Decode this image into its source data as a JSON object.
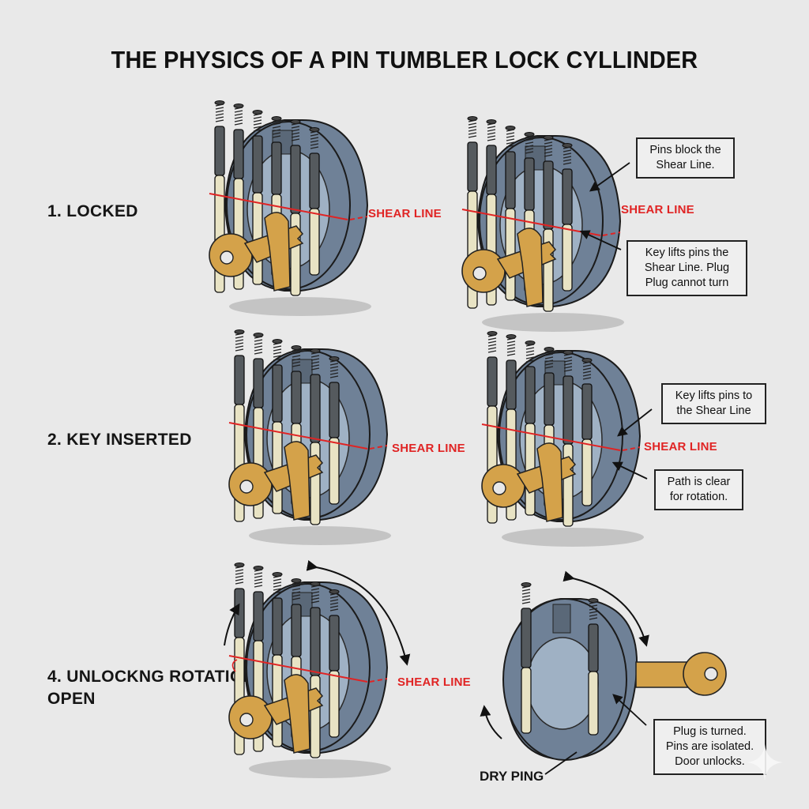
{
  "title": "THE PHYSICS OF A PIN TUMBLER LOCK CYLLINDER",
  "stages": [
    {
      "label": "1. LOCKED"
    },
    {
      "label": "2. KEY INSERTED"
    },
    {
      "label": "4. UNLOCKNG ROTATION & OPEN"
    }
  ],
  "shear_line_label": "SHEAR LINE",
  "callouts": {
    "row1_top": "Pins block the Shear Line.",
    "row1_bottom": "Key lifts pins the Shear Line. Plug Plug cannot turn",
    "row2_top": "Key lifts pins to the Shear Line",
    "row2_bottom": "Path is clear for rotation.",
    "row3_bottom": "Plug is turned. Pins are isolated. Door unlocks."
  },
  "footer_label": "DRY PING",
  "icons": {
    "sparkle": "sparkle-icon",
    "rotation_arrow": "rotation-arrow-icon",
    "key": "key-icon",
    "spring": "spring-icon"
  },
  "colors": {
    "background": "#e9e9e9",
    "shear_line": "#e02424",
    "cylinder": "#6f8197",
    "cylinder_light": "#9fb1c4",
    "driver_pin": "#555a5e",
    "key_pin": "#e8e3c4",
    "key_brass": "#d4a24a",
    "text": "#111111"
  }
}
